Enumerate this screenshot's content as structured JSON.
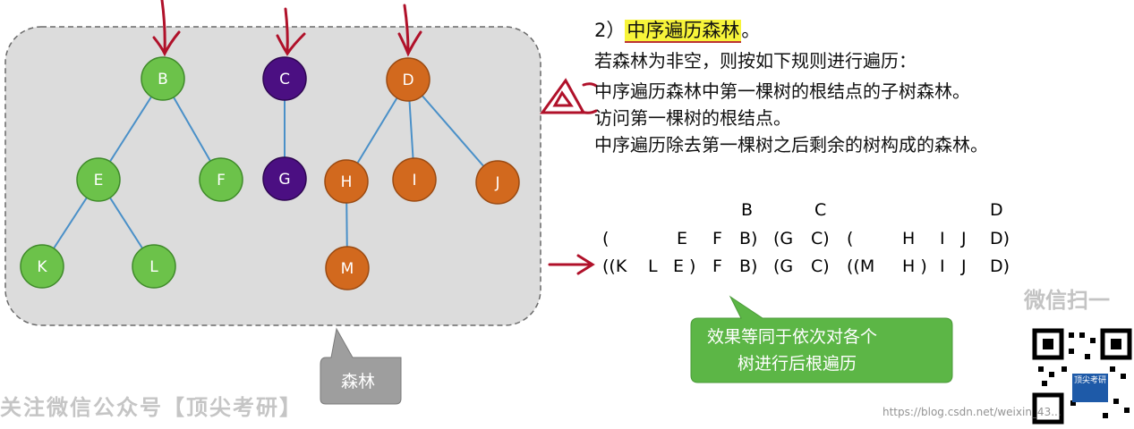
{
  "title": {
    "prefix": "2）",
    "highlight": "中序遍历森林",
    "suffix": "。"
  },
  "rules": {
    "intro": "若森林为非空，则按如下规则进行遍历：",
    "items": [
      "中序遍历森林中第一棵树的根结点的子树森林。",
      "访问第一棵树的根结点。",
      "中序遍历除去第一棵树之后剩余的树构成的森林。"
    ]
  },
  "colors": {
    "green": "#6cc24a",
    "purple": "#4b0f82",
    "orange": "#d2691e",
    "forest_bg": "#dcdcdc",
    "callout": "#5cb646",
    "ink": "#b0112a"
  },
  "nodes": {
    "B": "B",
    "E": "E",
    "F": "F",
    "K": "K",
    "L": "L",
    "C": "C",
    "G": "G",
    "D": "D",
    "H": "H",
    "I": "I",
    "J": "J",
    "M": "M"
  },
  "sequence": {
    "row0": [
      "B",
      "C",
      "D"
    ],
    "row1": [
      "(",
      "E",
      "F",
      "B)",
      "(G",
      "C)",
      "(",
      "H",
      "I",
      "J",
      "D)"
    ],
    "row2": [
      "((K",
      "L",
      "E )",
      "F",
      "B)",
      "(G",
      "C)",
      "((M",
      "H )",
      "I",
      "J",
      "D)"
    ]
  },
  "callout_green": {
    "line1": "效果等同于依次对各个",
    "line2": "树进行后根遍历"
  },
  "callout_gray": {
    "label": "森林"
  },
  "watermark": {
    "left": "关注微信公众号【顶尖考研】",
    "right": "微信扫一",
    "url": "https://blog.csdn.net/weixin_43...",
    "qr_badge": "顶尖考研"
  }
}
